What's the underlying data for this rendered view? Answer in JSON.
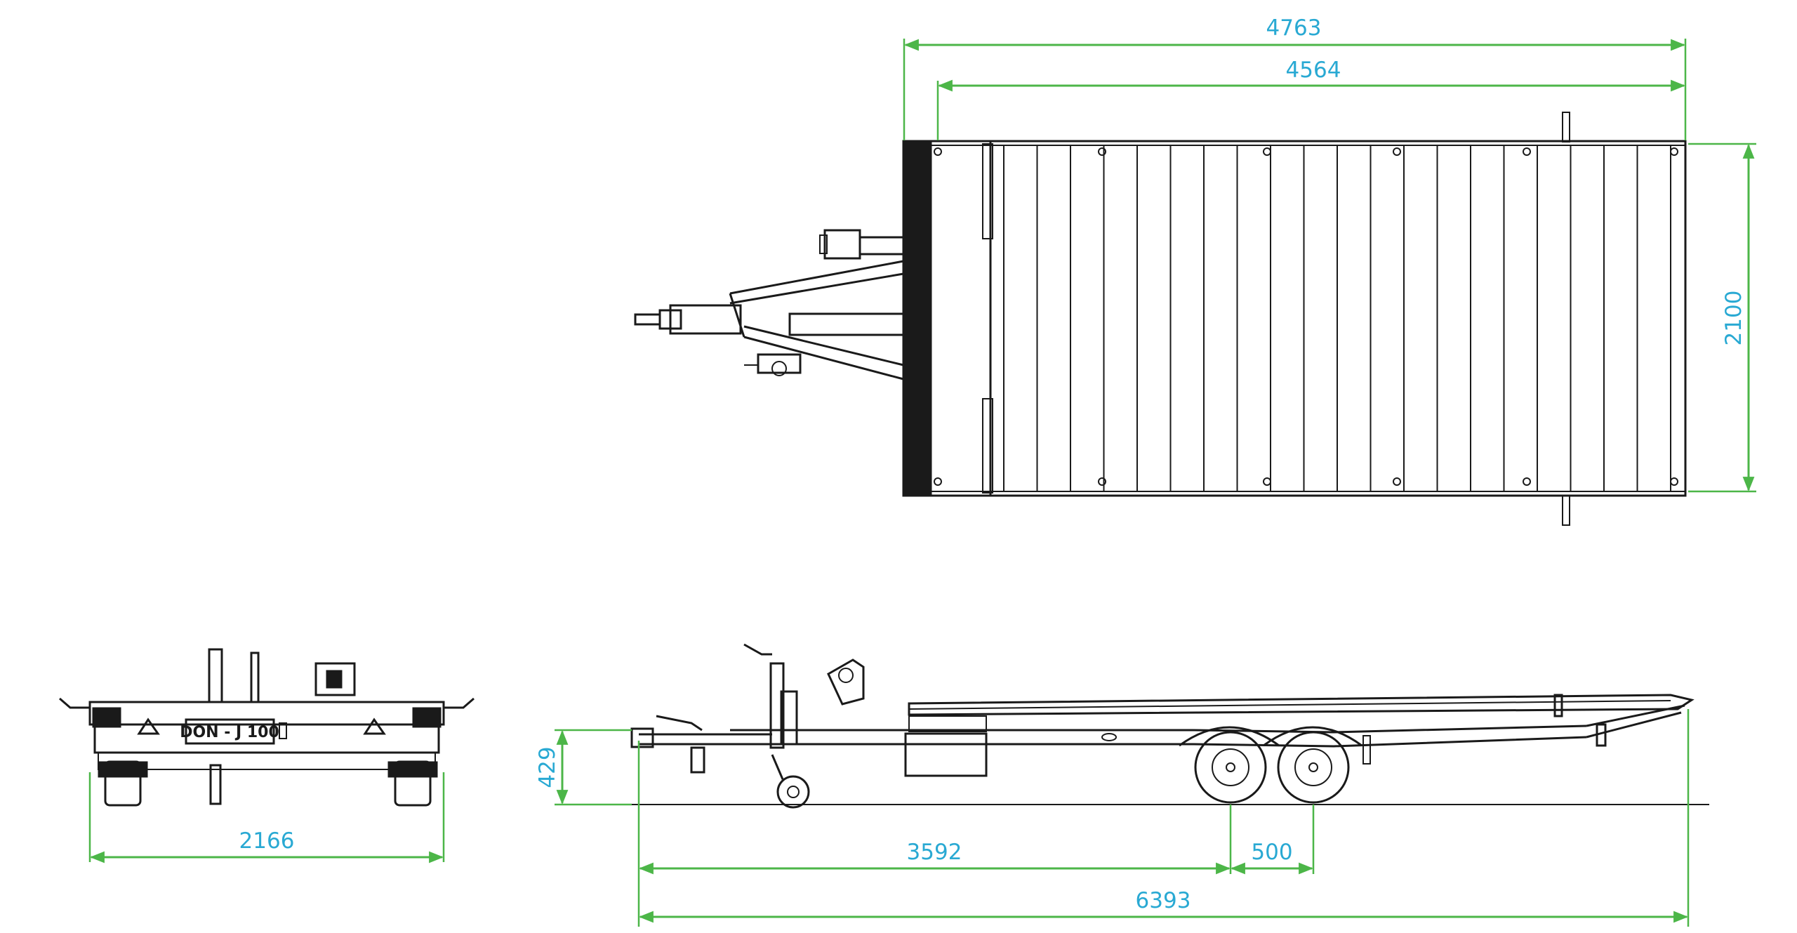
{
  "dimensions": {
    "top_overall_length": "4763",
    "top_deck_length": "4564",
    "top_width": "2100",
    "front_width": "2166",
    "side_drawbar_height": "429",
    "side_axle_position": "3592",
    "side_axle_spacing": "500",
    "side_overall_length": "6393"
  },
  "front_view": {
    "plate_text": "DON - J 100"
  },
  "colors": {
    "dimension_line": "#4cb648",
    "dimension_text": "#29a9d3",
    "drawing": "#1a1a1a"
  }
}
